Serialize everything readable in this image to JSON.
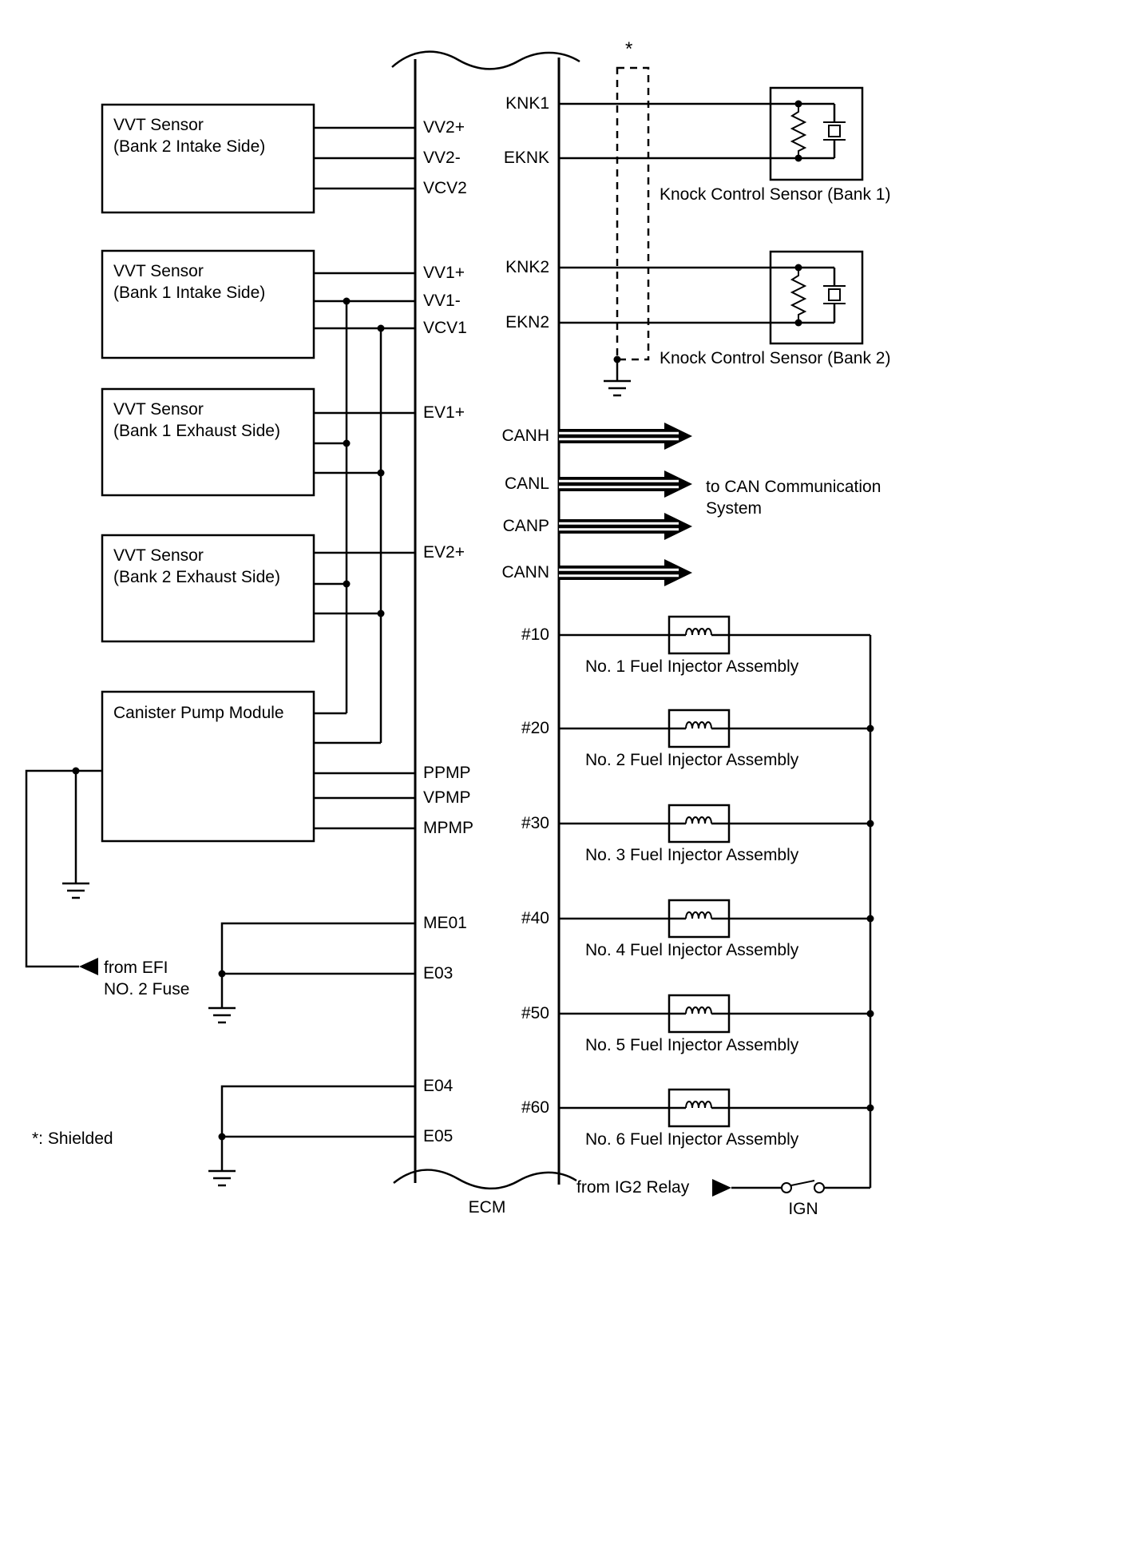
{
  "colors": {
    "line": "#000000",
    "background": "#ffffff"
  },
  "components": {
    "vvt_bank2_intake": "VVT Sensor\n(Bank 2 Intake Side)",
    "vvt_bank1_intake": "VVT Sensor\n(Bank 1 Intake Side)",
    "vvt_bank1_exhaust": "VVT Sensor\n(Bank 1 Exhaust Side)",
    "vvt_bank2_exhaust": "VVT Sensor\n(Bank 2 Exhaust Side)",
    "canister_pump": "Canister Pump Module",
    "knock_sensor_bank1": "Knock Control Sensor (Bank 1)",
    "knock_sensor_bank2": "Knock Control Sensor (Bank 2)",
    "injector_1": "No. 1 Fuel Injector Assembly",
    "injector_2": "No. 2 Fuel Injector Assembly",
    "injector_3": "No. 3 Fuel Injector Assembly",
    "injector_4": "No. 4 Fuel Injector Assembly",
    "injector_5": "No. 5 Fuel Injector Assembly",
    "injector_6": "No. 6 Fuel Injector Assembly"
  },
  "ecm_pins_left": {
    "vv2_plus": "VV2+",
    "vv2_minus": "VV2-",
    "vcv2": "VCV2",
    "vv1_plus": "VV1+",
    "vv1_minus": "VV1-",
    "vcv1": "VCV1",
    "ev1_plus": "EV1+",
    "ev2_plus": "EV2+",
    "ppmp": "PPMP",
    "vpmp": "VPMP",
    "mpmp": "MPMP",
    "me01": "ME01",
    "e03": "E03",
    "e04": "E04",
    "e05": "E05"
  },
  "ecm_pins_right": {
    "knk1": "KNK1",
    "eknk": "EKNK",
    "knk2": "KNK2",
    "ekn2": "EKN2",
    "canh": "CANH",
    "canl": "CANL",
    "canp": "CANP",
    "cann": "CANN",
    "inj10": "#10",
    "inj20": "#20",
    "inj30": "#30",
    "inj40": "#40",
    "inj50": "#50",
    "inj60": "#60"
  },
  "annotations": {
    "can_system": "to CAN Communication\nSystem",
    "from_efi": "from EFI\nNO. 2 Fuse",
    "from_ig2": "from IG2 Relay",
    "ign": "IGN",
    "ecm": "ECM",
    "shield_note": "*: Shielded",
    "shield_star": "*"
  }
}
